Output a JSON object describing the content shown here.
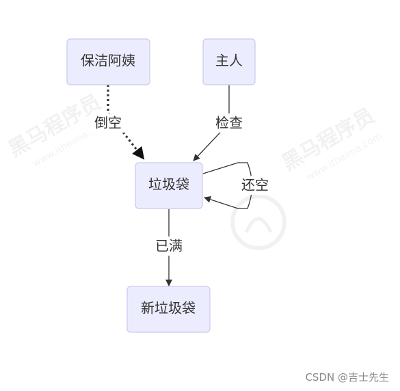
{
  "nodes": {
    "cleaner": "保洁阿姨",
    "owner": "主人",
    "trash_bag": "垃圾袋",
    "new_trash_bag": "新垃圾袋"
  },
  "edges": {
    "cleaner_to_bag": "倒空",
    "owner_to_bag": "检查",
    "bag_self_loop": "还空",
    "bag_to_new": "已满"
  },
  "watermark": {
    "brand": "黑马程序员",
    "url": "www.itheima.com"
  },
  "credit": "CSDN @吉士先生",
  "colors": {
    "node_fill": "#ececff",
    "node_stroke": "#c9c9f0",
    "edge": "#333333"
  }
}
